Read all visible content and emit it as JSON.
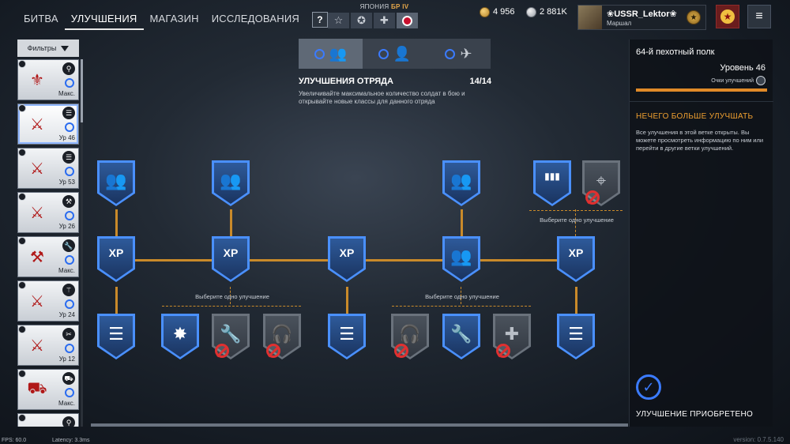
{
  "nav": {
    "tabs": [
      {
        "label": "БИТВА"
      },
      {
        "label": "УЛУЧШЕНИЯ"
      },
      {
        "label": "МАГАЗИН"
      },
      {
        "label": "ИССЛЕДОВАНИЯ"
      }
    ],
    "help_label": "?"
  },
  "nation": {
    "name": "ЯПОНИЯ",
    "br_label": "БР IV",
    "flags": [
      {
        "icon": "star-icon",
        "glyph": "☆"
      },
      {
        "icon": "soviet-star-icon",
        "glyph": "✪"
      },
      {
        "icon": "cross-icon",
        "glyph": "✚"
      },
      {
        "icon": "japan-flag-icon",
        "glyph": ""
      }
    ]
  },
  "currency": {
    "gold": "4 956",
    "silver": "2 881K"
  },
  "profile": {
    "name": "❀USSR_Lektor❀",
    "rank": "Маршал"
  },
  "menu_glyph": "≡",
  "sidebar": {
    "filter_label": "Фильтры",
    "squads": [
      {
        "level": "Макс.",
        "emblem": "⚜",
        "cls_glyph": "⚲"
      },
      {
        "level": "Ур 46",
        "emblem": "⚔",
        "cls_glyph": "☰"
      },
      {
        "level": "Ур 53",
        "emblem": "⚔",
        "cls_glyph": "☰"
      },
      {
        "level": "Ур 26",
        "emblem": "⚔",
        "cls_glyph": "⚒"
      },
      {
        "level": "Макс.",
        "emblem": "⚒",
        "cls_glyph": "🔧"
      },
      {
        "level": "Ур 24",
        "emblem": "⚔",
        "cls_glyph": "⚚"
      },
      {
        "level": "Ур 12",
        "emblem": "⚔",
        "cls_glyph": "✂"
      },
      {
        "level": "Макс.",
        "emblem": "⛟",
        "cls_glyph": "⛟"
      },
      {
        "level": "",
        "emblem": "⚔",
        "cls_glyph": "⚲"
      }
    ]
  },
  "tree_tabs": [
    {
      "icon": "squad-upgrade-icon",
      "glyph": "👥"
    },
    {
      "icon": "soldier-upgrade-icon",
      "glyph": "👤"
    },
    {
      "icon": "vehicle-upgrade-icon",
      "glyph": "✈"
    }
  ],
  "squad_upgrades": {
    "title": "УЛУЧШЕНИЯ ОТРЯДА",
    "progress": "14/14",
    "description": "Увеличивайте максимальное количество солдат в бою и открывайте новые классы для данного отряда"
  },
  "right_panel": {
    "unit_name": "64-й пехотный полк",
    "level": "Уровень 46",
    "points_label": "Очки улучшений",
    "progress_pct": 100,
    "notice_title": "НЕЧЕГО БОЛЬШЕ УЛУЧШАТЬ",
    "notice_text": "Все улучшения в этой ветке открыты. Вы можете просмотреть информацию по ним или перейти в другие ветки улучшений.",
    "acquired_label": "УЛУЧШЕНИЕ ПРИОБРЕТЕНО"
  },
  "tree": {
    "choose_label": "Выберите одно улучшение",
    "nodes": [
      {
        "name": "node-squad-1",
        "glyph": "👥",
        "locked": false
      },
      {
        "name": "node-squad-2",
        "glyph": "👥",
        "locked": false
      },
      {
        "name": "node-squad-3",
        "glyph": "👥",
        "locked": false
      },
      {
        "name": "node-ammo",
        "glyph": "▮▮▮",
        "locked": false
      },
      {
        "name": "node-scope",
        "glyph": "⌖",
        "locked": true
      },
      {
        "name": "node-xp-1",
        "glyph": "XP",
        "locked": false
      },
      {
        "name": "node-xp-2",
        "glyph": "XP",
        "locked": false
      },
      {
        "name": "node-xp-3",
        "glyph": "XP",
        "locked": false
      },
      {
        "name": "node-squad-big",
        "glyph": "👥",
        "locked": false
      },
      {
        "name": "node-xp-4",
        "glyph": "XP",
        "locked": false
      },
      {
        "name": "node-list-1",
        "glyph": "☰",
        "locked": false
      },
      {
        "name": "node-explosion",
        "glyph": "✸",
        "locked": false
      },
      {
        "name": "node-wrench-1",
        "glyph": "🔧",
        "locked": true
      },
      {
        "name": "node-headset-1",
        "glyph": "🎧",
        "locked": true
      },
      {
        "name": "node-list-2",
        "glyph": "☰",
        "locked": false
      },
      {
        "name": "node-headset-2",
        "glyph": "🎧",
        "locked": true
      },
      {
        "name": "node-wrench-2",
        "glyph": "🔧",
        "locked": false
      },
      {
        "name": "node-medic",
        "glyph": "✚",
        "locked": true
      },
      {
        "name": "node-list-3",
        "glyph": "☰",
        "locked": false
      }
    ]
  },
  "footer": {
    "fps": "FPS: 60.0",
    "latency": "Latency: 3.3ms",
    "version": "version: 0.7.5.140"
  }
}
